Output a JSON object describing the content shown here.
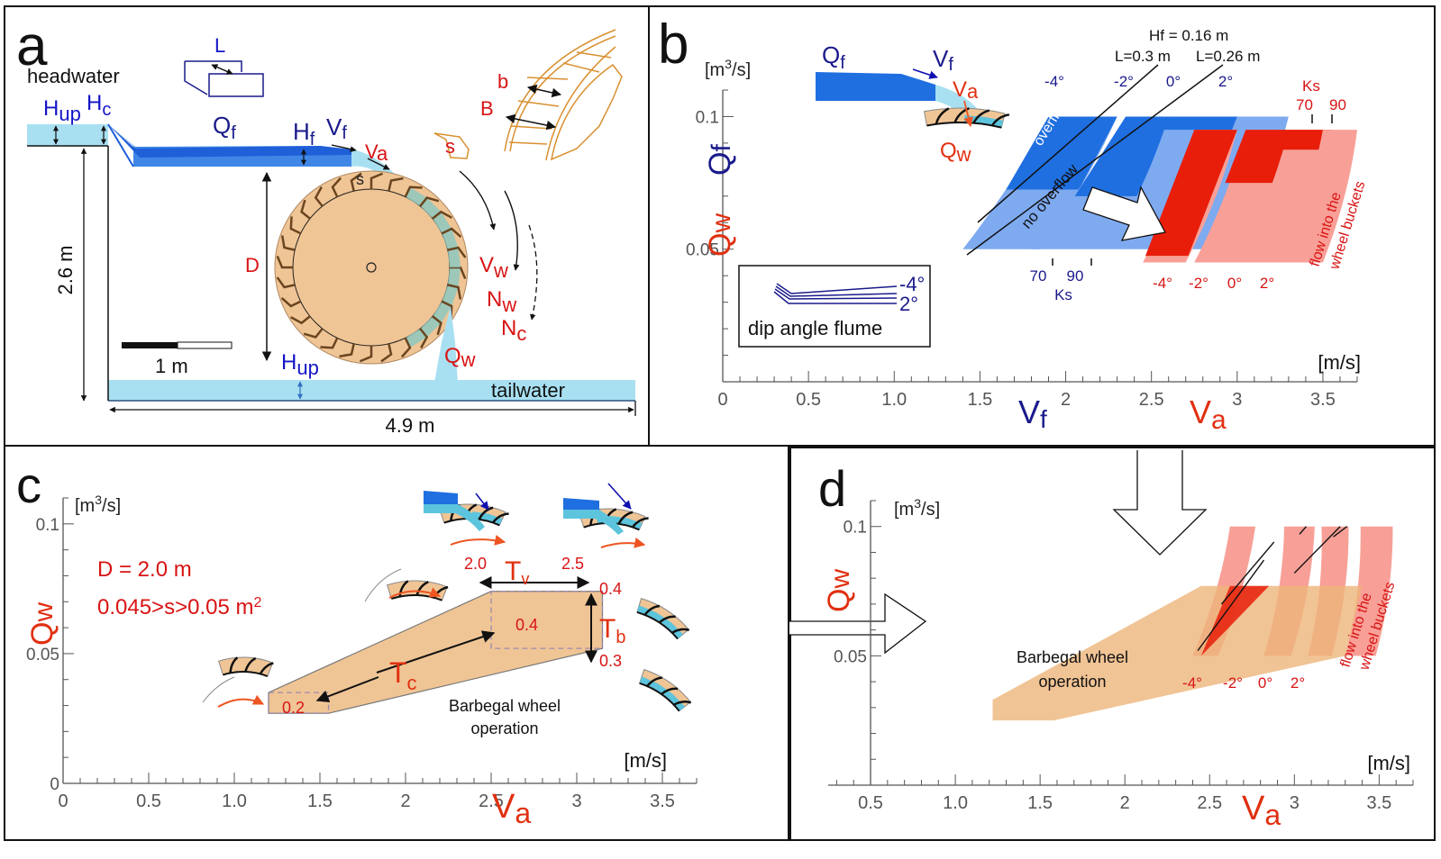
{
  "colors": {
    "blue_dark": "#1a1a8c",
    "blue_flow": "#1f6fe0",
    "blue_light": "#7eaaf0",
    "water_light": "#a8e0f2",
    "red": "#e0261a",
    "red_light": "#f8a097",
    "red_dark": "#e81e0a",
    "wheel": "#f0c595",
    "wheel_outline": "#b07a40",
    "orange_outline": "#d99030",
    "axis_gray": "#555555",
    "orange_arrow": "#ee5522"
  },
  "panel_a": {
    "letter": "a",
    "headwater": "headwater",
    "tailwater": "tailwater",
    "H_up": "H",
    "H_up_sub": "up",
    "H_c": "H",
    "H_c_sub": "c",
    "Q_f": "Q",
    "Q_f_sub": "f",
    "H_f": "H",
    "H_f_sub": "f",
    "V_f": "V",
    "V_f_sub": "f",
    "V_a": "V",
    "V_a_sub": "a",
    "L": "L",
    "b": "b",
    "B": "B",
    "s": "s",
    "s_wheel": "s",
    "D": "D",
    "V_w": "V",
    "V_w_sub": "w",
    "N_w": "N",
    "N_w_sub": "w",
    "N_c": "N",
    "N_c_sub": "c",
    "Q_w": "Q",
    "Q_w_sub": "w",
    "H_up2": "H",
    "H_up2_sub": "up",
    "height_dim": "2.6 m",
    "length_dim": "4.9 m",
    "scale_bar": "1 m"
  },
  "panel_b": {
    "letter": "b",
    "y_unit": "[m3/s]",
    "y_unit_base": "[m",
    "y_unit_sup": "3",
    "y_unit_end": "/s]",
    "y_label_red": "Q",
    "y_label_red_sub": "w",
    "y_label_blue": "Q",
    "y_label_blue_sub": "f",
    "x_unit": "[m/s]",
    "x_label_blue": "V",
    "x_label_blue_sub": "f",
    "x_label_red": "V",
    "x_label_red_sub": "a",
    "inset_Qf": "Q",
    "inset_Qf_sub": "f",
    "inset_Vf": "V",
    "inset_Vf_sub": "f",
    "inset_Va": "V",
    "inset_Va_sub": "a",
    "inset_Qw": "Q",
    "inset_Qw_sub": "w",
    "hf_note": "Hf = 0.16 m",
    "l1_note": "L=0.3 m",
    "l2_note": "L=0.26 m",
    "overflow": "overflow",
    "no_overflow": "no overflow",
    "flow_buckets_1": "flow into the",
    "flow_buckets_2": "wheel buckets",
    "ks_label": "Ks",
    "ks_70": "70",
    "ks_90": "90",
    "legend_top": "-4°",
    "legend_bottom": "2°",
    "legend_caption": "dip angle flume"
  },
  "panel_c": {
    "letter": "c",
    "y_unit_base": "[m",
    "y_unit_sup": "3",
    "y_unit_end": "/s]",
    "y_label": "Q",
    "y_label_sub": "w",
    "x_unit": "[m/s]",
    "x_label": "V",
    "x_label_sub": "a",
    "param_D": "D = 2.0 m",
    "param_s": "0.045>s>0.05 m",
    "param_s_sup": "2",
    "Tv": "T",
    "Tv_sub": "v",
    "Tb": "T",
    "Tb_sub": "b",
    "Tc": "T",
    "Tc_sub": "c",
    "tv_left": "2.0",
    "tv_right": "2.5",
    "tb_top": "0.4",
    "tb_bottom": "0.3",
    "box_big": "0.4",
    "box_small": "0.2",
    "op_1": "Barbegal wheel",
    "op_2": "operation"
  },
  "panel_d": {
    "letter": "d",
    "y_unit_base": "[m",
    "y_unit_sup": "3",
    "y_unit_end": "/s]",
    "y_label": "Q",
    "y_label_sub": "w",
    "x_unit": "[m/s]",
    "x_label": "V",
    "x_label_sub": "a",
    "op_1": "Barbegal wheel",
    "op_2": "operation",
    "flow_buckets_1": "flow into the",
    "flow_buckets_2": "wheel buckets"
  },
  "chart_data": [
    {
      "type": "area",
      "panel": "b",
      "title": "",
      "xlabel": "Vf / Va [m/s]",
      "ylabel": "Qf / Qw [m3/s]",
      "xlim": [
        0,
        3.7
      ],
      "ylim": [
        0,
        0.11
      ],
      "x_ticks": [
        "0",
        "0.5",
        "1.0",
        "1.5",
        "2",
        "2.5",
        "3",
        "3.5"
      ],
      "y_ticks": [
        "0.05",
        "0.1"
      ],
      "series": [
        {
          "name": "Qf flume -4°",
          "color": "blue",
          "bands": "Ks 70-90",
          "x_range_bottom": [
            1.4,
            1.85
          ],
          "x_range_top": [
            1.9,
            2.3
          ],
          "y_range": [
            0.05,
            0.1
          ]
        },
        {
          "name": "Qf flume -2°",
          "color": "blue",
          "x_range_bottom": [
            1.8,
            2.25
          ],
          "x_range_top": [
            2.35,
            2.7
          ]
        },
        {
          "name": "Qf flume 0°",
          "color": "blue",
          "x_range_bottom": [
            2.25,
            2.65
          ],
          "x_range_top": [
            2.6,
            3.05
          ]
        },
        {
          "name": "Qf flume 2°",
          "color": "blue",
          "x_range_bottom": [
            2.6,
            3.0
          ],
          "x_range_top": [
            3.0,
            3.3
          ]
        },
        {
          "name": "Qw -4°",
          "color": "red",
          "x_range_bottom": [
            2.45,
            2.7
          ],
          "x_range_top": [
            2.75,
            3.0
          ],
          "y_range": [
            0.045,
            0.095
          ]
        },
        {
          "name": "Qw -2°",
          "color": "red",
          "x_range_bottom": [
            2.75,
            3.0
          ],
          "x_range_top": [
            3.05,
            3.35
          ]
        },
        {
          "name": "Qw 0°",
          "color": "red",
          "x_range_bottom": [
            3.0,
            3.25
          ],
          "x_range_top": [
            3.3,
            3.55
          ]
        },
        {
          "name": "Qw 2°",
          "color": "red",
          "x_range_bottom": [
            3.25,
            3.5
          ],
          "x_range_top": [
            3.5,
            3.7
          ]
        }
      ],
      "annotations": [
        "Hf = 0.16 m",
        "L=0.3 m",
        "L=0.26 m",
        "overflow",
        "no overflow",
        "flow into the wheel buckets",
        "Ks 70 90",
        "dip angle flume -4° to 2°"
      ]
    },
    {
      "type": "area",
      "panel": "c",
      "title": "Barbegal wheel operation",
      "xlabel": "Va [m/s]",
      "ylabel": "Qw [m3/s]",
      "xlim": [
        0,
        3.7
      ],
      "ylim": [
        0,
        0.11
      ],
      "x_ticks": [
        "0",
        "0.5",
        "1.0",
        "1.5",
        "2",
        "2.5",
        "3",
        "3.5"
      ],
      "y_ticks": [
        "0",
        "0.05",
        "0.1"
      ],
      "polygon": [
        [
          1.2,
          0.035
        ],
        [
          2.5,
          0.074
        ],
        [
          3.15,
          0.074
        ],
        [
          3.15,
          0.052
        ],
        [
          1.55,
          0.027
        ],
        [
          1.2,
          0.027
        ]
      ],
      "annotations": [
        "D = 2.0 m",
        "0.045>s>0.05 m2",
        "Tv 2.0–2.5",
        "Tb 0.3–0.4",
        "Tc 0.2–0.4"
      ]
    },
    {
      "type": "area",
      "panel": "d",
      "title": "Barbegal wheel operation",
      "xlabel": "Va [m/s]",
      "ylabel": "Qw [m3/s]",
      "xlim": [
        0.25,
        3.7
      ],
      "ylim": [
        0,
        0.11
      ],
      "x_ticks": [
        "0.5",
        "1.0",
        "1.5",
        "2",
        "2.5",
        "3",
        "3.5"
      ],
      "y_ticks": [
        "0.05",
        "0.1"
      ],
      "bands": [
        "-4°",
        "-2°",
        "0°",
        "2°"
      ]
    }
  ]
}
